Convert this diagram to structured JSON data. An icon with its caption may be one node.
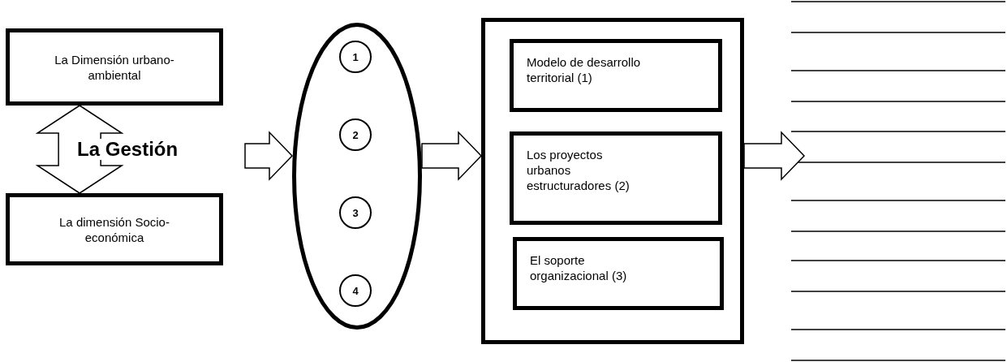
{
  "diagram": {
    "nodes": [
      {
        "text": [
          "La Dimensión urbano-ambiental"
        ]
      },
      {
        "text": [
          "La dimensión Socio-económica"
        ]
      },
      {
        "text": [],
        "shape": "ellipse"
      },
      {
        "text": [
          "1"
        ],
        "in": 2
      },
      {
        "text": [
          "2"
        ],
        "in": 2
      },
      {
        "text": [
          "3"
        ],
        "in": 2
      },
      {
        "text": [
          "4"
        ],
        "in": 2
      },
      {
        "text": [],
        "shape": "box"
      },
      {
        "text": [
          "Modelo de desarrollo territorial (1)"
        ],
        "in": 7
      },
      {
        "text": [
          "Los proyectos urbanos estructuradores (2)"
        ],
        "in": 7
      },
      {
        "text": [
          "El soporte organizacional (3)"
        ],
        "in": 7
      },
      {
        "text": [],
        "shape": "lines"
      }
    ],
    "edges": [
      {
        "from": 0,
        "to": 1,
        "arrow": "both",
        "label": "La Gestión"
      },
      {
        "from": null,
        "to": 2,
        "arrow": "to"
      },
      {
        "from": 2,
        "to": 7,
        "arrow": "to"
      },
      {
        "from": 7,
        "to": 11,
        "arrow": "to"
      }
    ]
  }
}
